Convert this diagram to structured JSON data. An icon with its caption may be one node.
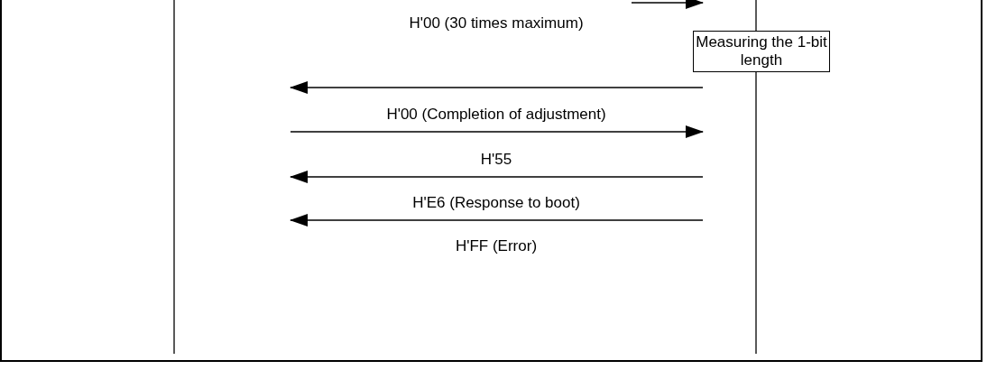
{
  "diagram": {
    "nodes": [
      {
        "text": [
          "Measuring the 1-bit length"
        ]
      }
    ],
    "labels": [
      "H'00 (30 times maximum)",
      "H'00 (Completion of adjustment)",
      "H'55",
      "H'E6 (Response to boot)",
      "H'FF (Error)"
    ]
  }
}
